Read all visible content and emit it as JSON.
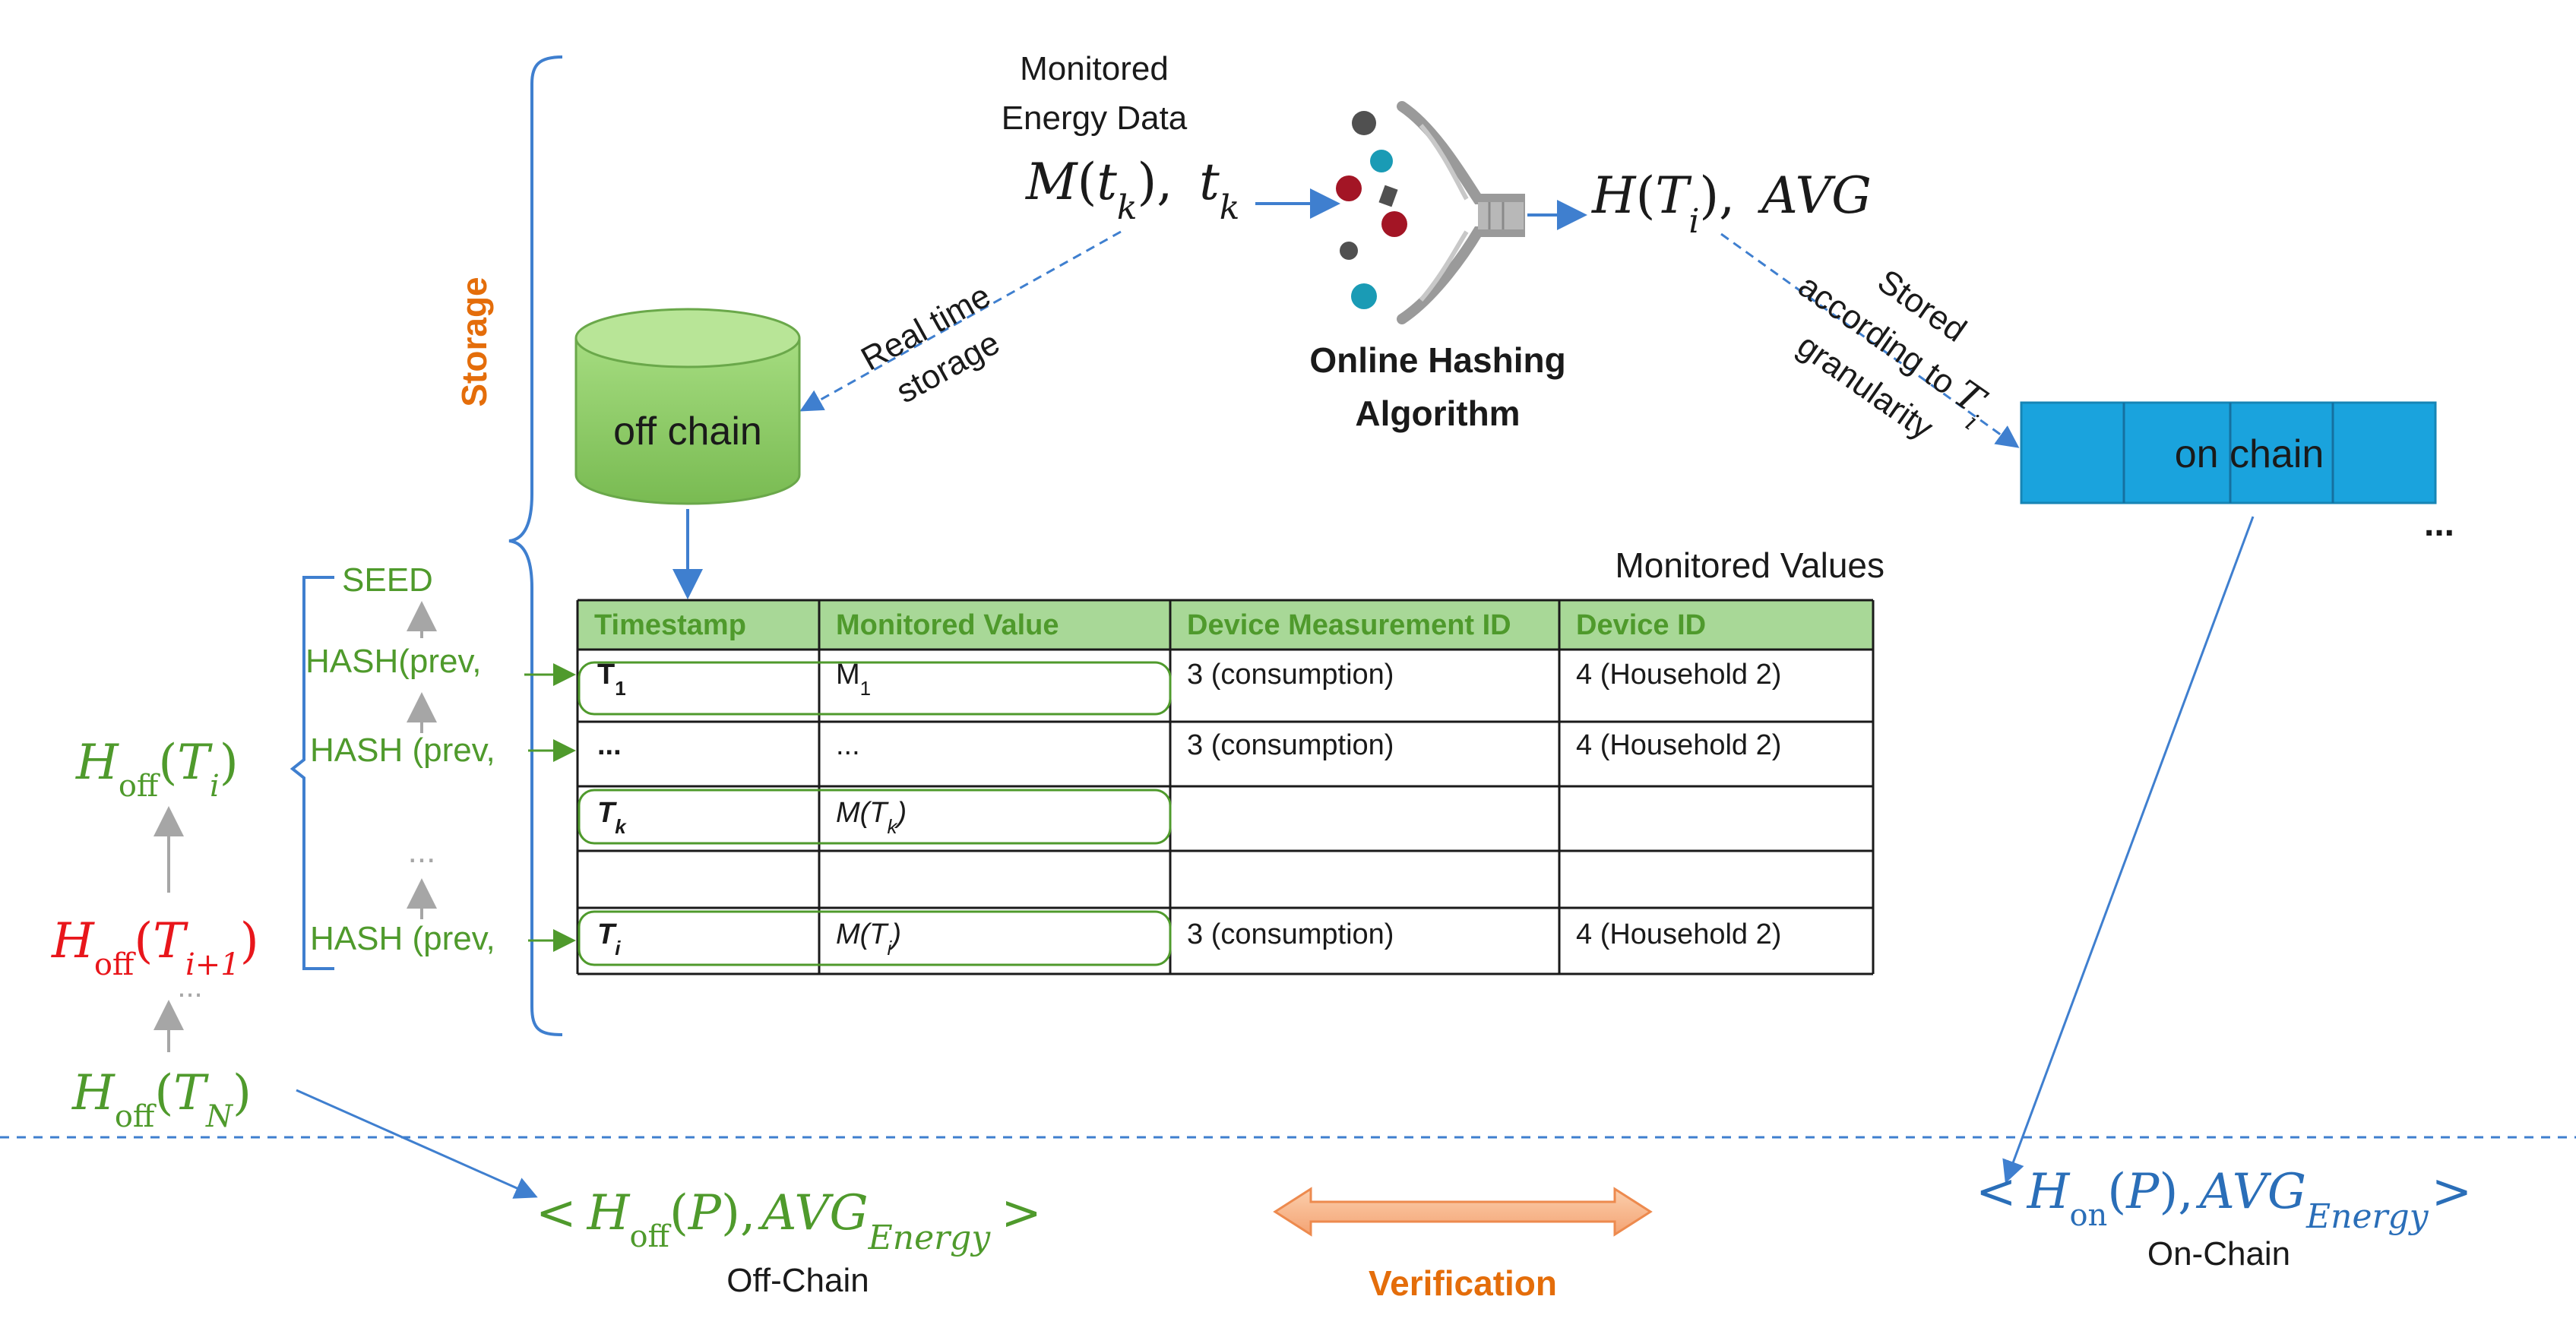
{
  "colors": {
    "green_text": "#4f9a2c",
    "red_text": "#e8161b",
    "blue_text": "#2a6eb8",
    "orange_text": "#e46d0a",
    "arrow_blue": "#3f7fcf",
    "arrow_grey": "#a6a6a6",
    "cylinder_green": "#8fcc6a",
    "onchain_blue": "#1aa3dd",
    "table_header": "#a8d897",
    "funnel_grey": "#9a9a9a",
    "dot_dark": "#505050",
    "dot_red": "#a31525",
    "dot_teal": "#1a9bb5"
  },
  "labels": {
    "monitored_energy_line1": "Monitored",
    "monitored_energy_line2": "Energy Data",
    "m_tk": "M",
    "m_tk_sub": "k",
    "tk": "t",
    "tk_sub": "k",
    "hash_output_H": "H",
    "hash_output_T": "T",
    "hash_output_sub": "i",
    "hash_output_avg": "AVG",
    "algorithm_line1": "Online Hashing",
    "algorithm_line2": "Algorithm",
    "real_time_line1": "Real time",
    "real_time_line2": "storage",
    "stored_line1": "Stored",
    "stored_line2": "according to",
    "stored_line2_T": "T",
    "stored_line2_sub": "i",
    "stored_line3": "granularity",
    "off_chain": "off chain",
    "on_chain": "on chain",
    "on_chain_ellipsis": "...",
    "storage": "Storage",
    "monitored_values": "Monitored Values",
    "seed": "SEED",
    "hash_prev_1": "HASH(prev,",
    "hash_prev_2": "HASH (prev,",
    "hash_prev_3": "HASH (prev,",
    "hash_dots": "...",
    "h_off": "H",
    "off_sub": "off",
    "h_off_Ti_T": "T",
    "h_off_Ti_sub": "i",
    "h_off_Ti1_T": "T",
    "h_off_Ti1_sub": "i+1",
    "h_off_TN_T": "T",
    "h_off_TN_sub": "N",
    "chain_dots": "...",
    "off_chain_result_H": "H",
    "off_chain_result_off": "off",
    "off_chain_result_P": "P",
    "off_chain_result_avg": "AVG",
    "off_chain_result_energy": "Energy",
    "off_chain_caption": "Off-Chain",
    "on_chain_result_H": "H",
    "on_chain_result_on": "on",
    "on_chain_result_P": "P",
    "on_chain_result_avg": "AVG",
    "on_chain_result_energy": "Energy",
    "on_chain_caption": "On-Chain",
    "verification": "Verification"
  },
  "table": {
    "headers": [
      "Timestamp",
      "Monitored Value",
      "Device Measurement ID",
      "Device ID"
    ],
    "rows": [
      {
        "ts": "T",
        "ts_sub": "1",
        "value": "M",
        "value_sub": "1",
        "measurement": "3 (consumption)",
        "device": "4 (Household 2)"
      },
      {
        "ts": "...",
        "ts_sub": "",
        "value": "...",
        "value_sub": "",
        "measurement": "3 (consumption)",
        "device": "4 (Household 2)"
      },
      {
        "ts": "T",
        "ts_sub": "k",
        "value": "M(T",
        "value_sub": "k",
        "measurement": "",
        "device": ""
      },
      {
        "ts": "",
        "ts_sub": "",
        "value": "",
        "value_sub": "",
        "measurement": "",
        "device": ""
      },
      {
        "ts": "T",
        "ts_sub": "i",
        "value": "M(T",
        "value_sub": "i",
        "measurement": "3 (consumption)",
        "device": "4 (Household 2)"
      }
    ]
  }
}
